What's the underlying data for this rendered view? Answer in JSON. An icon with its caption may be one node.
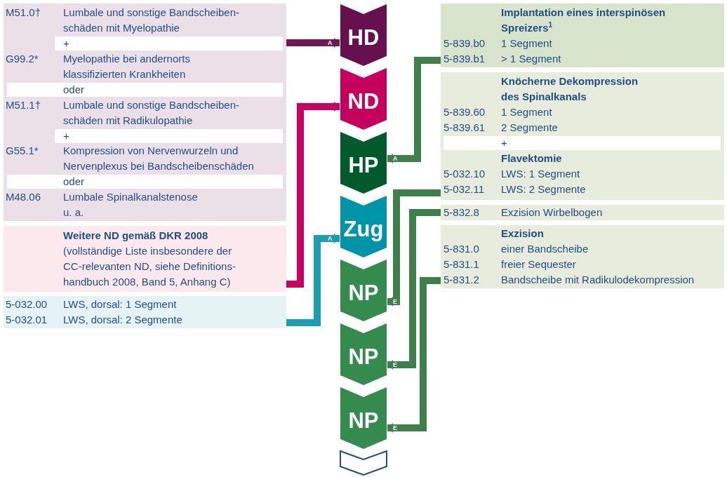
{
  "diagram": {
    "nodes": [
      {
        "text": [
          "M51.0†",
          "Lumbale und sonstige Bandscheiben- schäden mit Myelopathie",
          "+",
          "G99.2*",
          "Myelopathie bei andernorts klassifizierten Krankheiten",
          "oder",
          "M51.1†",
          "Lumbale und sonstige Bandscheiben- schäden mit Radikulopathie",
          "+",
          "G55.1*",
          "Kompression von Nervenwurzeln und Nervenplexus bei Bandscheibenschäden",
          "oder",
          "M48.06",
          "Lumbale Spinalkanalstenose u. a."
        ]
      },
      {
        "text": [
          "Weitere ND gemäß DKR 2008",
          "(vollständige Liste insbesondere der CC-relevanten ND, siehe Definitions- handbuch 2008, Band 5, Anhang C)"
        ]
      },
      {
        "text": [
          "5-032.00",
          "LWS, dorsal: 1 Segment",
          "5-032.01",
          "LWS, dorsal: 2 Segmente"
        ]
      },
      {
        "text": [
          "HD"
        ]
      },
      {
        "text": [
          "ND"
        ]
      },
      {
        "text": [
          "HP"
        ]
      },
      {
        "text": [
          "Zug"
        ]
      },
      {
        "text": [
          "NP"
        ]
      },
      {
        "text": [
          "NP"
        ]
      },
      {
        "text": [
          "NP"
        ]
      },
      {
        "text": [],
        "shape": "chevron"
      },
      {
        "text": [
          "Implantation eines interspinösen Spreizers$^{1}$",
          "5-839.b0",
          "1 Segment",
          "5-839.b1",
          "> 1 Segment"
        ]
      },
      {
        "text": [
          "Knöcherne Dekompression des Spinalkanals",
          "5-839.60",
          "1 Segment",
          "5-839.61",
          "2 Segmente",
          "+",
          "Flavektomie",
          "5-032.10",
          "LWS: 1 Segment",
          "5-032.11",
          "LWS: 2 Segmente"
        ]
      },
      {
        "text": [
          "5-832.8",
          "Exzision Wirbelbogen"
        ]
      },
      {
        "text": [
          "Exzision",
          "5-831.0",
          "einer Bandscheibe",
          "5-831.1",
          "freier Sequester",
          "5-831.2",
          "Bandscheibe mit Radikulodekompression"
        ]
      }
    ],
    "edges": [
      {
        "from": 0,
        "to": 3,
        "arrow": "to",
        "label": "A",
        "color": "#6b1a55"
      },
      {
        "from": 1,
        "to": 4,
        "arrow": "to",
        "color": "#c8005f"
      },
      {
        "from": 2,
        "to": 6,
        "arrow": "to",
        "label": "A",
        "color": "#1a9eb0"
      },
      {
        "from": 11,
        "to": 5,
        "arrow": "to",
        "label": "A"
      },
      {
        "from": 12,
        "to": 7,
        "arrow": "to",
        "label": "E"
      },
      {
        "from": 13,
        "to": 8,
        "arrow": "to",
        "label": "E"
      },
      {
        "from": 14,
        "to": 9,
        "arrow": "to",
        "label": "E"
      }
    ]
  }
}
